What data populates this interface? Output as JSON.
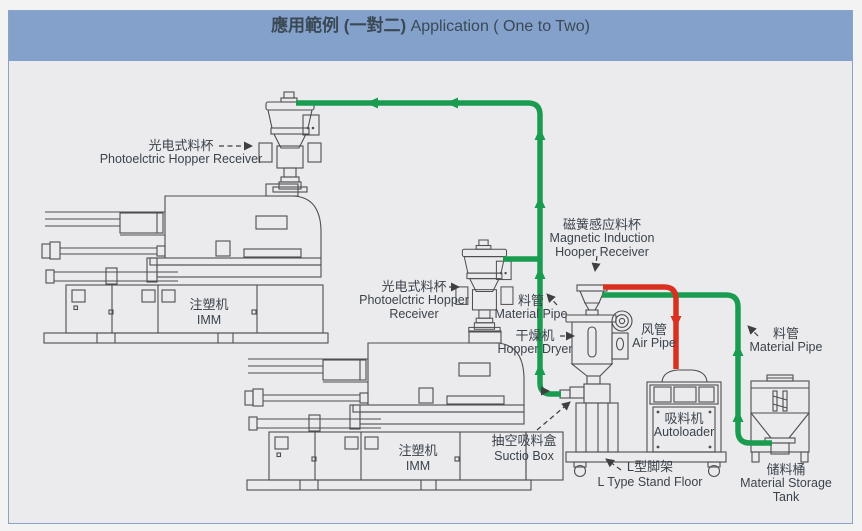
{
  "header": {
    "title_zh": "應用範例 (一對二)",
    "title_en": "Application ( One to Two)"
  },
  "labels": {
    "photo_receiver_1": {
      "zh": "光电式料杯",
      "en": "Photoelctric Hopper Receiver"
    },
    "photo_receiver_2": {
      "zh": "光电式料杯",
      "en_line1": "Photoelctric Hopper",
      "en_line2": "Receiver"
    },
    "imm_1": {
      "zh": "注塑机",
      "en": "IMM"
    },
    "imm_2": {
      "zh": "注塑机",
      "en": "IMM"
    },
    "magnetic_receiver": {
      "zh": "磁簧感应料杯",
      "en_line1": "Magnetic Induction",
      "en_line2": "Hooper Receiver"
    },
    "material_pipe_left": {
      "zh": "料管",
      "en": "Material Pipe"
    },
    "hopper_dryer": {
      "zh": "干燥机",
      "en": "Hopper Dryer"
    },
    "air_pipe": {
      "zh": "风管",
      "en": "Air Pipe"
    },
    "material_pipe_right": {
      "zh": "料管",
      "en": "Material Pipe"
    },
    "suction_box": {
      "zh": "抽空吸料盒",
      "en": "Suctio Box"
    },
    "stand_floor": {
      "zh": "L型脚架",
      "en": "L Type Stand Floor"
    },
    "autoloader": {
      "zh": "吸料机",
      "en": "Autoloader"
    },
    "storage_tank": {
      "zh": "储料桶",
      "en_line1": "Material Storage",
      "en_line2": "Tank"
    }
  },
  "colors": {
    "header_bg": "#84a1cc",
    "panel_bg": "#ebebee",
    "page_bg": "#f3f3f4",
    "frame_border": "#8ba4c4",
    "line": "#4e4e4e",
    "material_pipe": "#199c4f",
    "air_pipe": "#d8311f",
    "text": "#3b434b",
    "header_text": "#3b4955",
    "leader": "#3f3f3f"
  }
}
